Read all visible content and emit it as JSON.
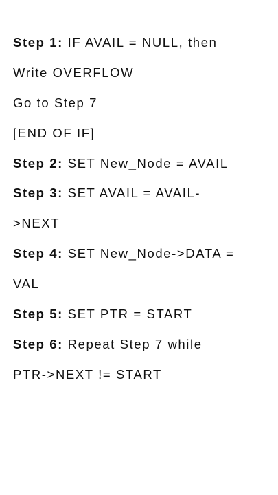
{
  "algorithm": {
    "lines": [
      {
        "label": "Step 1:",
        "text": " IF AVAIL = NULL, then"
      },
      {
        "label": "",
        "text": "Write OVERFLOW"
      },
      {
        "label": "",
        "text": "Go to Step 7"
      },
      {
        "label": "",
        "text": "[END OF IF]"
      },
      {
        "label": "Step 2:",
        "text": " SET New_Node = AVAIL"
      },
      {
        "label": "Step 3:",
        "text": " SET AVAIL = AVAIL-"
      },
      {
        "label": "",
        "text": ">NEXT"
      },
      {
        "label": "Step 4:",
        "text": " SET New_Node->DATA ="
      },
      {
        "label": "",
        "text": "VAL"
      },
      {
        "label": "Step 5:",
        "text": " SET PTR = START"
      },
      {
        "label": "Step 6:",
        "text": " Repeat Step 7 while"
      },
      {
        "label": "",
        "text": "PTR->NEXT != START"
      }
    ]
  }
}
